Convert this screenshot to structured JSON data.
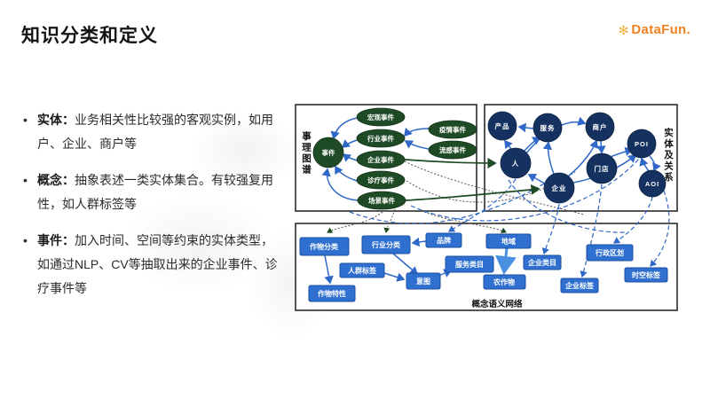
{
  "slide": {
    "title": "知识分类和定义",
    "logo": {
      "text": "DataFun.",
      "icon": "sun-icon",
      "color": "#F08224"
    }
  },
  "bullets": [
    {
      "term": "实体：",
      "desc": "业务相关性比较强的客观实例，如用户、企业、商户等"
    },
    {
      "term": "概念：",
      "desc": "抽象表述一类实体集合。有较强复用性，如人群标签等"
    },
    {
      "term": "事件：",
      "desc": "加入时间、空间等约束的实体类型，如通过NLP、CV等抽取出来的企业事件、诊疗事件等"
    }
  ],
  "diagram": {
    "event_graph": {
      "label": "事理图谱",
      "center": "事件",
      "nodes": [
        "宏观事件",
        "行业事件",
        "企业事件",
        "诊疗事件",
        "场景事件",
        "疫情事件",
        "流感事件"
      ]
    },
    "entity_graph": {
      "label": "实体及关系",
      "nodes": [
        "产品",
        "服务",
        "商户",
        "人",
        "门店",
        "企业",
        "POI",
        "AOI"
      ]
    },
    "concept_graph": {
      "label": "概念语义网络",
      "nodes": [
        "作物分类",
        "行业分类",
        "品牌",
        "地域",
        "人群标签",
        "意图",
        "服务类目",
        "企业类目",
        "行政区划",
        "农作物",
        "企业标签",
        "时空标签",
        "作物特性"
      ]
    },
    "colors": {
      "event_node": "#1E4B25",
      "entity_node": "#15315F",
      "concept_node": "#2E6FD0",
      "arrow_blue": "#2F68C8",
      "arrow_green": "#1D4A22",
      "logo_orange": "#F08224"
    }
  }
}
